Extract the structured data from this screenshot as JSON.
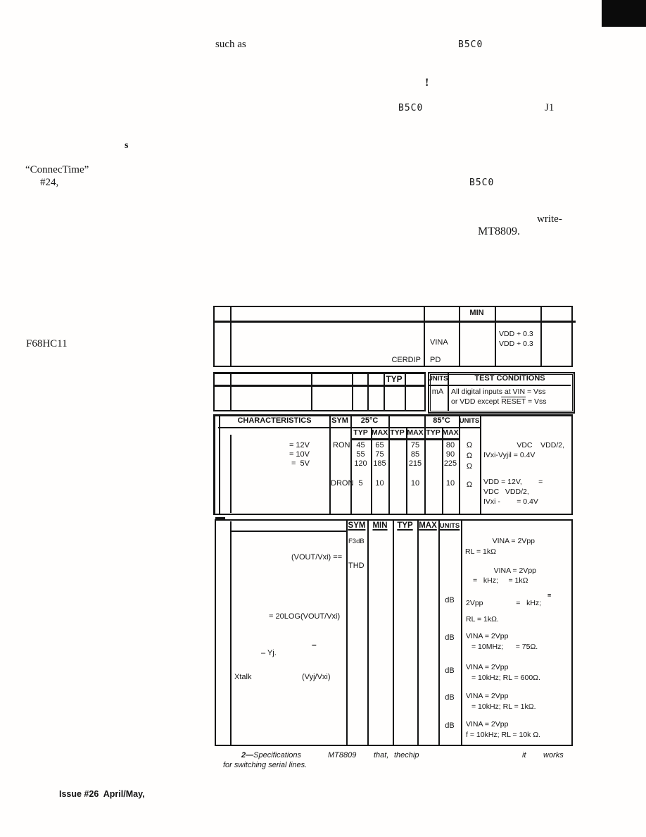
{
  "scatter": {
    "such_as": "such as",
    "b5c0_1": "B5C0",
    "excl": "!",
    "b5c0_2": "B5C0",
    "j1": "J1",
    "s": "s",
    "connectime": "“ConnecTime”",
    "num24": "#24,",
    "b5c0_3": "B5C0",
    "write": "write-",
    "mt8809": "MT8809.",
    "f68hc11": "F68HC11"
  },
  "t1": {
    "min": "MIN",
    "vina": "VINA",
    "pd": "PD",
    "cerdip": "CERDIP",
    "vdd_a": "VDD + 0.3",
    "vdd_b": "VDD + 0.3"
  },
  "t2": {
    "typ": "TYP",
    "units": "UNITS",
    "test": "TEST CONDITIONS",
    "ma": "mA",
    "c1": "All digital inputs at VIN = Vss",
    "c2a": "or VDD except ",
    "c2b": "RESET",
    "c2c": " = Vss"
  },
  "t3": {
    "characteristics": "CHARACTERISTICS",
    "sym": "SYM",
    "c25": "25°C",
    "c85": "85°C",
    "units": "UNITS",
    "sub": [
      "TYP",
      "MAX",
      "TYP",
      "MAX",
      "TYP",
      "MAX"
    ],
    "labels": [
      "= 12V",
      "= 10V",
      "=  5V"
    ],
    "ron": "RON",
    "dron": "DRON",
    "typ25": [
      "45",
      "55",
      "120"
    ],
    "max25": [
      "65",
      "75",
      "185"
    ],
    "maxm": [
      "75",
      "85",
      "215"
    ],
    "max85": [
      "80",
      "90",
      "225"
    ],
    "dron_vals": [
      "5",
      "10",
      "10",
      "10"
    ],
    "ohm": "Ω",
    "cond1a": "VDC    VDD/2,",
    "cond1b": "IVxi-Vyjil = 0.4V",
    "cond2a": "VDD = 12V,        =",
    "cond2b": "VDC   VDD/2,",
    "cond2c": "IVxi -        = 0.4V"
  },
  "t4": {
    "sym": "SYM",
    "min": "MIN",
    "typ": "TYP",
    "max": "MAX",
    "units": "UNITS",
    "f3db": "F3dB",
    "thd": "THD",
    "vout": "(VOUT/Vxi) ==",
    "log": "= 20LOG(VOUT/Vxi)",
    "dash": "–",
    "yj": "– Yj.",
    "xtalk": "Xtalk",
    "vyj": "(Vyj/Vxi)",
    "db": "dB",
    "sup_eq": "=",
    "r1a": "VINA = 2Vpp",
    "r1b": "RL = 1kΩ",
    "r2a": "VINA = 2Vpp",
    "r2b": "=   kHz;     = 1kΩ",
    "r3a": "2Vpp                =   kHz;",
    "r3b": "RL = 1kΩ.",
    "r4a": "VINA = 2Vpp",
    "r4b": "= 10MHz;      = 75Ω.",
    "r5a": "VINA = 2Vpp",
    "r5b": "= 10kHz; RL = 600Ω.",
    "r6a": "VINA = 2Vpp",
    "r6b": "= 10kHz; RL = 1kΩ.",
    "r7a": "VINA = 2Vpp",
    "r7b": "f = 10kHz; RL = 10k Ω."
  },
  "caption": {
    "prefix": "2—",
    "title": "Specifications",
    "mt": "MT8809",
    "that": "that,",
    "thechip": "thechip",
    "it": "it",
    "works": "works",
    "line2": "for switching serial lines."
  },
  "footer": {
    "issue": "Issue #26  April/May,"
  }
}
